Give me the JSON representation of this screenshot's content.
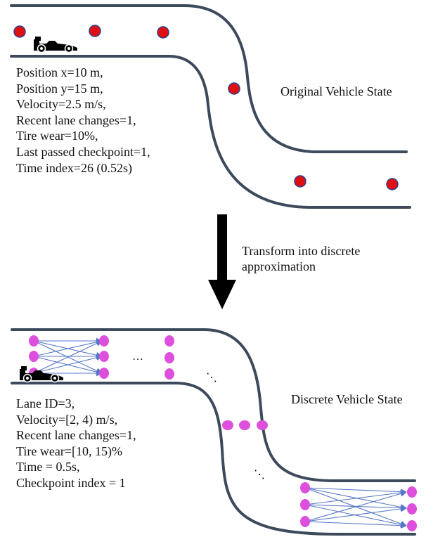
{
  "original": {
    "label": "Original Vehicle State",
    "attributes": [
      "Position x=10 m,",
      "Position y=15 m,",
      "Velocity=2.5 m/s,",
      "Recent lane changes=1,",
      "Tire wear=10%,",
      "Last passed checkpoint=1,",
      "Time index=26 (0.52s)"
    ]
  },
  "transform": {
    "line1": "Transform into discrete",
    "line2": "approximation"
  },
  "discrete": {
    "label": "Discrete Vehicle State",
    "attributes": [
      "Lane ID=3,",
      "Velocity=[2, 4) m/s,",
      "Recent lane changes=1,",
      "Tire wear=[10, 15)%",
      "Time = 0.5s,",
      "Checkpoint index = 1"
    ],
    "ellipsis_h": "…",
    "ellipsis_diag": "⋱"
  },
  "colors": {
    "track": "#3d4a5c",
    "checkpoint_fill": "#e01010",
    "checkpoint_stroke": "#2a3f8f",
    "node": "#dd4fdd",
    "edge": "#5577c8",
    "arrow": "#000000"
  }
}
